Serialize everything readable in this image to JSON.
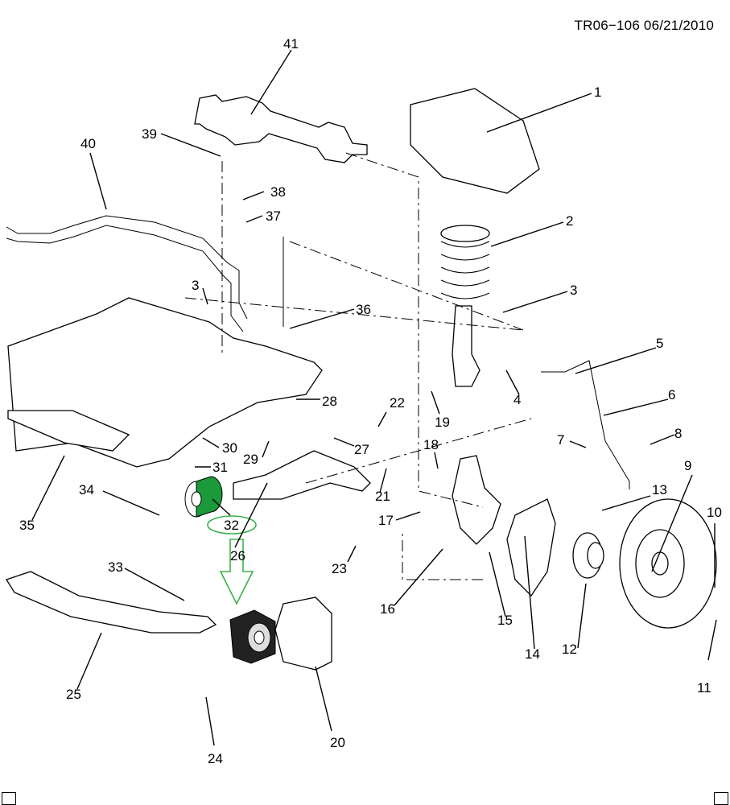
{
  "header": {
    "reference": "TR06−106  06/21/2010"
  },
  "highlight": {
    "part": "32",
    "color": "#1a9a3a",
    "outline_color": "#3cb04a"
  },
  "callouts": [
    "1",
    "2",
    "3",
    "3",
    "4",
    "5",
    "6",
    "7",
    "8",
    "9",
    "10",
    "11",
    "12",
    "13",
    "14",
    "15",
    "16",
    "17",
    "18",
    "19",
    "20",
    "21",
    "22",
    "23",
    "24",
    "25",
    "26",
    "27",
    "28",
    "29",
    "30",
    "31",
    "32",
    "33",
    "34",
    "35",
    "36",
    "37",
    "38",
    "39",
    "40",
    "41"
  ],
  "footer": {
    "left_icon": "document-icon",
    "right_icon": "seat-icon"
  }
}
